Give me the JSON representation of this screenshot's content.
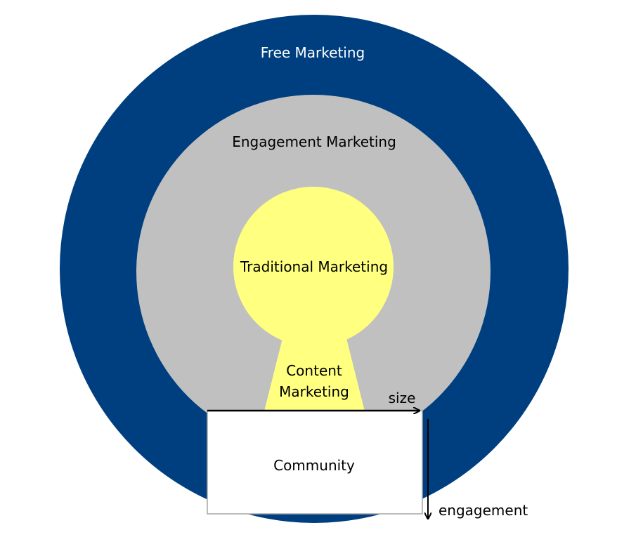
{
  "labels": {
    "free_marketing": "Free Marketing",
    "engagement_marketing": "Engagement Marketing",
    "traditional_marketing": "Traditional Marketing",
    "content_marketing_line1": "Content",
    "content_marketing_line2": "Marketing",
    "community": "Community",
    "size_axis": "size",
    "engagement_axis": "engagement"
  },
  "colors": {
    "outer_ring": "#003f7f",
    "middle_ring": "#c0c0c0",
    "core": "#ffff80",
    "community_box": "#ffffff",
    "arrows": "#000000",
    "outer_text": "#ffffff",
    "inner_text": "#000000"
  }
}
